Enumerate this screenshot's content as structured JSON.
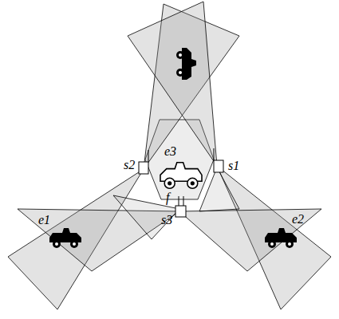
{
  "diagram": {
    "labels": [
      "e3",
      "s2",
      "s1",
      "f",
      "s3",
      "e1",
      "e2"
    ]
  }
}
